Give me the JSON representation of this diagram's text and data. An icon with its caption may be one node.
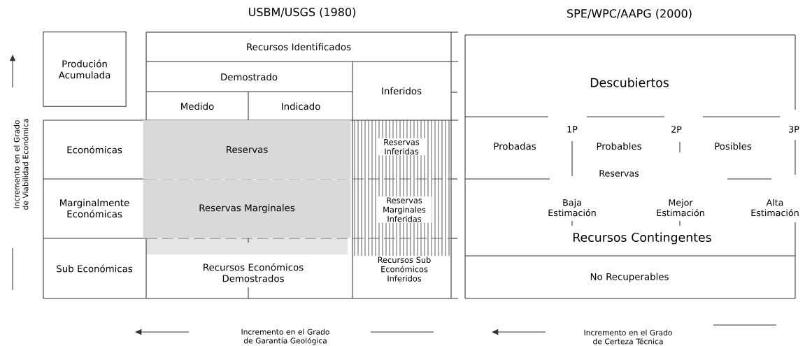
{
  "diagram": {
    "nodes": [
      {
        "text": [
          "Produción Acumulada"
        ]
      },
      {
        "text": [
          "Recursos Identificados"
        ]
      },
      {
        "text": [
          "Demostrado"
        ]
      },
      {
        "text": [
          "Inferidos"
        ]
      },
      {
        "text": [
          "Medido"
        ]
      },
      {
        "text": [
          "Indicado"
        ]
      },
      {
        "text": [
          "Económicas"
        ]
      },
      {
        "text": [
          "Marginalmente Económicas"
        ]
      },
      {
        "text": [
          "Sub Económicas"
        ]
      },
      {
        "text": [
          "Reservas"
        ]
      },
      {
        "text": [
          "Reservas Marginales"
        ]
      },
      {
        "text": [
          "Recursos Económicos Demostrados"
        ]
      },
      {
        "text": [
          "Reservas Inferidas"
        ]
      },
      {
        "text": [
          "Reservas Marginales Inferidas"
        ]
      },
      {
        "text": [
          "Recursos Sub Económicos Inferidos"
        ]
      },
      {
        "text": [
          "Descubiertos"
        ]
      },
      {
        "text": [
          "Probadas"
        ]
      },
      {
        "text": [
          "Probables"
        ]
      },
      {
        "text": [
          "Posibles"
        ]
      },
      {
        "text": [
          "Recursos Contingentes"
        ]
      },
      {
        "text": [
          "No Recuperables"
        ]
      }
    ],
    "labels": [
      "USBM/USGS (1980)",
      "SPE/WPC/AAPG (2000)",
      "1P",
      "2P",
      "3P",
      "Reservas",
      "Baja Estimación",
      "Mejor Estimación",
      "Alta Estimación",
      "Incremento en el Grado de Viabilidad Económica",
      "Incremento en el Grado de Garantía Geológica",
      "Incremento en el Grado de Certeza Técnica"
    ]
  }
}
